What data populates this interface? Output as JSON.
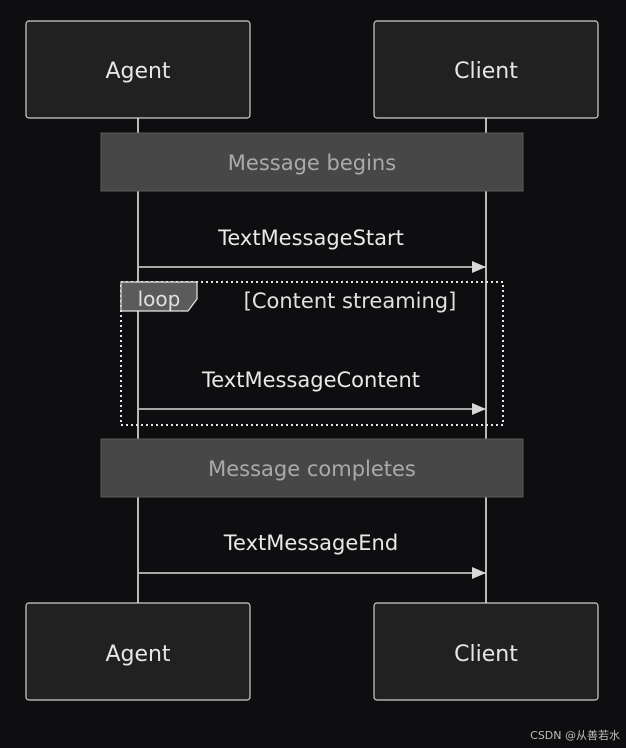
{
  "diagram": {
    "actors": {
      "agent": "Agent",
      "client": "Client"
    },
    "notes": {
      "begin": "Message begins",
      "complete": "Message completes"
    },
    "messages": {
      "start": "TextMessageStart",
      "content": "TextMessageContent",
      "end": "TextMessageEnd"
    },
    "loop": {
      "tag": "loop",
      "condition": "[Content streaming]"
    }
  },
  "watermark": "CSDN @从善若水",
  "colors": {
    "background": "#0e0e10",
    "actor_fill": "#202120",
    "actor_stroke": "#cfcfcf",
    "note_fill": "#464746",
    "lifeline": "#e6e6e6",
    "arrow": "#d8d8d8"
  }
}
